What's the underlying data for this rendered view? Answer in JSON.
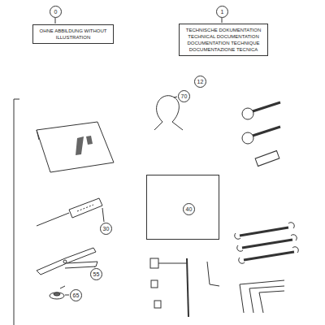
{
  "diagram": {
    "nodes": [
      {
        "text": [
          "OHNE ABBILDUNG WITHOUT ILLUSTRATION"
        ]
      },
      {
        "text": [
          "TECHNISCHE DOKUMENTATION TECHNICAL DOCUMENTATION DOCUMENTATION TECHNIQUE DOCUMENTAZIONE TECNICA"
        ]
      },
      {
        "text": [
          "40"
        ]
      }
    ],
    "edges": [],
    "labels": [
      "0",
      "1",
      "12",
      "70",
      "30",
      "55",
      "65"
    ]
  }
}
